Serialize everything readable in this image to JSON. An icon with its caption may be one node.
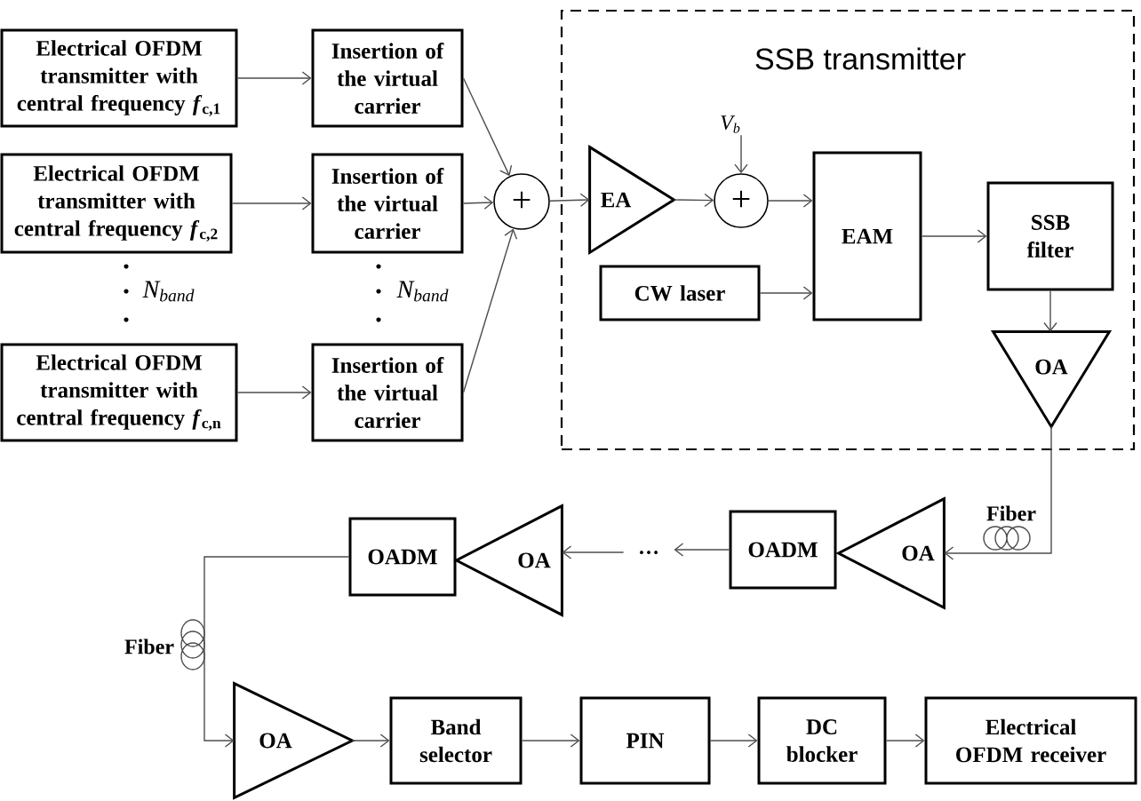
{
  "diagram": {
    "nodes": [
      {
        "text": [
          "Electrical OFDM transmitter with central frequency *f*$_{c,1}$"
        ]
      },
      {
        "text": [
          "Insertion of the virtual carrier"
        ]
      },
      {
        "text": [
          "Electrical OFDM transmitter with central frequency *f*$_{c,2}$"
        ]
      },
      {
        "text": [
          "Insertion of the virtual carrier"
        ]
      },
      {
        "text": [
          "Electrical OFDM transmitter with central frequency *f*$_{c,n}$"
        ]
      },
      {
        "text": [
          "Insertion of the virtual carrier"
        ]
      },
      {
        "text": [
          "+"
        ]
      },
      {
        "text": [
          "SSB transmitter"
        ]
      },
      {
        "text": [
          "EA"
        ],
        "in": 7
      },
      {
        "text": [
          "V$_{b}$"
        ],
        "in": 7
      },
      {
        "text": [
          "+"
        ],
        "in": 7
      },
      {
        "text": [
          "EAM"
        ],
        "in": 7
      },
      {
        "text": [
          "CW laser"
        ],
        "in": 7
      },
      {
        "text": [
          "SSB filter"
        ],
        "in": 7
      },
      {
        "text": [
          "OA"
        ],
        "in": 7
      },
      {
        "text": [
          "OA"
        ]
      },
      {
        "text": [
          "OADM"
        ]
      },
      {
        "text": [
          "…"
        ]
      },
      {
        "text": [
          "OA"
        ]
      },
      {
        "text": [
          "OADM"
        ]
      },
      {
        "text": [
          "OA"
        ]
      },
      {
        "text": [
          "Band selector"
        ]
      },
      {
        "text": [
          "PIN"
        ]
      },
      {
        "text": [
          "DC blocker"
        ]
      },
      {
        "text": [
          "Electrical OFDM receiver"
        ]
      }
    ],
    "edges": [
      {
        "from": 0,
        "to": 1,
        "arrow": "to"
      },
      {
        "from": 2,
        "to": 3,
        "arrow": "to"
      },
      {
        "from": 4,
        "to": 5,
        "arrow": "to"
      },
      {
        "from": 1,
        "to": 6,
        "arrow": "to"
      },
      {
        "from": 3,
        "to": 6,
        "arrow": "to"
      },
      {
        "from": 5,
        "to": 6,
        "arrow": "to"
      },
      {
        "from": 6,
        "to": 8,
        "arrow": "to"
      },
      {
        "from": 8,
        "to": 10,
        "arrow": "to"
      },
      {
        "from": 9,
        "to": 10,
        "arrow": "to"
      },
      {
        "from": 10,
        "to": 11,
        "arrow": "to"
      },
      {
        "from": 12,
        "to": 11,
        "arrow": "to"
      },
      {
        "from": 11,
        "to": 13,
        "arrow": "to"
      },
      {
        "from": 13,
        "to": 14,
        "arrow": "to"
      },
      {
        "from": 14,
        "to": 15,
        "arrow": "to",
        "label": "Fiber"
      },
      {
        "from": 16,
        "to": 17,
        "arrow": "to"
      },
      {
        "from": 17,
        "to": 18,
        "arrow": "to"
      },
      {
        "from": 19,
        "to": 20,
        "arrow": "to",
        "label": "Fiber"
      },
      {
        "from": 20,
        "to": 21,
        "arrow": "to"
      },
      {
        "from": 21,
        "to": 22,
        "arrow": "to"
      },
      {
        "from": 22,
        "to": 23,
        "arrow": "to"
      },
      {
        "from": 23,
        "to": 24,
        "arrow": "to"
      }
    ],
    "labels": [
      "N$_{band}$",
      "N$_{band}$"
    ]
  }
}
